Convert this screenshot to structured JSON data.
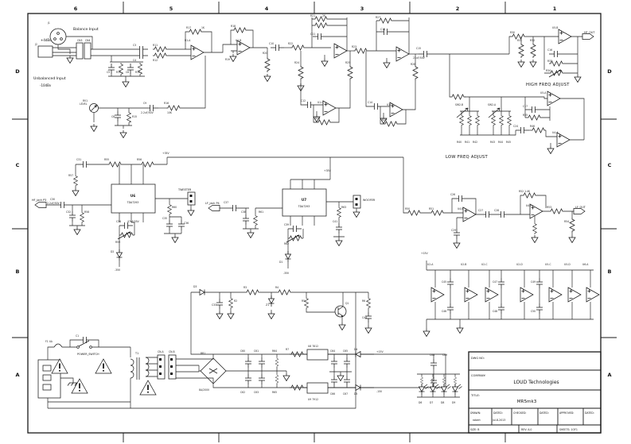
{
  "grid": {
    "cols": [
      "6",
      "5",
      "4",
      "3",
      "2",
      "1"
    ],
    "rows": [
      "D",
      "C",
      "B",
      "A"
    ]
  },
  "labels": {
    "balance_input": "Balance Input",
    "balance_level": "+4dBu",
    "unbalanced_input": "Unbalanced Input",
    "unbalanced_level": "-10dBv",
    "high_freq_adjust": "HIGH FREQ ADJUST",
    "low_freq_adjust": "LOW FREQ ADJUST",
    "hf_out": "HF_OUT",
    "lf_out": "LF_OUT",
    "hf_jack": "HF_jack P3",
    "lf_jack": "LF_jack P4",
    "tweeter": "TWEETER",
    "woofer": "WOOFER",
    "u6_ref": "U6",
    "u6_part": "TDA7293",
    "u7_ref": "U7",
    "u7_part": "TDA7293",
    "power_switch": "POWER_SWITCH",
    "transformer": "T1"
  },
  "title_block": {
    "dwg_no_label": "DWG NO:",
    "company_label": "COMPANY:",
    "company": "LOUD Technologies",
    "title_label": "TITLE:",
    "title": "MR5mk3",
    "drawn_label": "DRAWN:",
    "drawn_value": "robert",
    "dated1_label": "DATED:",
    "dated1_value": "Jul-8-2013",
    "checked_label": "CHECKED:",
    "dated2_label": "DATED:",
    "approved_label": "APPROVED:",
    "dated3_label": "DATED:",
    "size_cell": "SIZE: B",
    "rev_cell": "REV: A.0",
    "sheet_cell": "SHEETS: 1OF1"
  },
  "component_refs": [
    [
      167,
      58,
      "C3"
    ],
    [
      192,
      58,
      "R11"
    ],
    [
      167,
      77,
      "C4"
    ],
    [
      192,
      77,
      "R12"
    ],
    [
      134,
      92,
      "C5"
    ],
    [
      146,
      92,
      "R13"
    ],
    [
      158,
      92,
      "C6"
    ],
    [
      170,
      92,
      "R14"
    ],
    [
      97,
      52,
      "CN3"
    ],
    [
      107,
      52,
      "CN4"
    ],
    [
      60,
      30,
      "J1"
    ],
    [
      44,
      57,
      "J2"
    ],
    [
      104,
      128,
      "RV1"
    ],
    [
      100,
      132,
      "LEVEL"
    ],
    [
      140,
      148,
      "C8"
    ],
    [
      166,
      148,
      "R15"
    ],
    [
      180,
      131,
      "C9"
    ],
    [
      177,
      143,
      "2.2uF/50V"
    ],
    [
      206,
      131,
      "R16"
    ],
    [
      210,
      143,
      "10K"
    ],
    [
      234,
      36,
      "R17"
    ],
    [
      253,
      36,
      "1K"
    ],
    [
      232,
      52,
      "U1-A"
    ],
    [
      290,
      34,
      "R18"
    ],
    [
      296,
      52,
      "U1-B"
    ],
    [
      283,
      76,
      "R19"
    ],
    [
      330,
      68,
      "R20"
    ],
    [
      338,
      56,
      "C10"
    ],
    [
      390,
      21,
      "R21"
    ],
    [
      405,
      21,
      "2K"
    ],
    [
      390,
      44,
      "C11"
    ],
    [
      362,
      56,
      "R22"
    ],
    [
      442,
      60,
      "R23"
    ],
    [
      370,
      80,
      "R24"
    ],
    [
      434,
      80,
      "R25"
    ],
    [
      378,
      128,
      "C12"
    ],
    [
      396,
      150,
      "R26"
    ],
    [
      399,
      130,
      "U1-C"
    ],
    [
      472,
      23,
      "R27"
    ],
    [
      478,
      38,
      "C13"
    ],
    [
      516,
      82,
      "R28"
    ],
    [
      462,
      130,
      "C14"
    ],
    [
      480,
      152,
      "R29"
    ],
    [
      486,
      133,
      "U1-D"
    ],
    [
      523,
      62,
      "C15"
    ],
    [
      519,
      74,
      "22uF/50V"
    ],
    [
      641,
      42,
      "R30"
    ],
    [
      694,
      36,
      "U5-B"
    ],
    [
      650,
      52,
      "R31"
    ],
    [
      666,
      52,
      "R32"
    ],
    [
      688,
      64,
      "C16"
    ],
    [
      688,
      78,
      "R33"
    ],
    [
      686,
      90,
      "R34"
    ],
    [
      679,
      118,
      "U5-A"
    ],
    [
      657,
      135,
      "C17"
    ],
    [
      657,
      146,
      "R35"
    ],
    [
      572,
      133,
      "SW2-B"
    ],
    [
      613,
      133,
      "SW2-A"
    ],
    [
      574,
      180,
      "R40"
    ],
    [
      584,
      180,
      "R41"
    ],
    [
      594,
      180,
      "R42"
    ],
    [
      616,
      180,
      "R43"
    ],
    [
      626,
      180,
      "R44"
    ],
    [
      636,
      180,
      "R45"
    ],
    [
      645,
      160,
      "C24"
    ],
    [
      666,
      160,
      "R46"
    ],
    [
      694,
      168,
      "U4-A"
    ],
    [
      509,
      264,
      "R50"
    ],
    [
      539,
      264,
      "R51"
    ],
    [
      566,
      246,
      "C26"
    ],
    [
      575,
      264,
      "U4-B"
    ],
    [
      601,
      266,
      "C27"
    ],
    [
      621,
      266,
      "C28"
    ],
    [
      652,
      242,
      "R52 1.4K"
    ],
    [
      661,
      260,
      "U4-C"
    ],
    [
      687,
      262,
      "R53"
    ],
    [
      709,
      280,
      "R54"
    ],
    [
      567,
      291,
      "C29"
    ],
    [
      96,
      202,
      "C31"
    ],
    [
      131,
      202,
      "R55"
    ],
    [
      172,
      202,
      "R56"
    ],
    [
      204,
      194,
      "+35V"
    ],
    [
      86,
      222,
      "R57"
    ],
    [
      63,
      252,
      "C30"
    ],
    [
      59,
      257,
      "2.2uF/50V"
    ],
    [
      83,
      268,
      "C32"
    ],
    [
      106,
      268,
      "R58"
    ],
    [
      146,
      280,
      "C34"
    ],
    [
      160,
      280,
      "47uF/35V"
    ],
    [
      145,
      306,
      "R59"
    ],
    [
      139,
      318,
      "D2"
    ],
    [
      216,
      262,
      "R60"
    ],
    [
      204,
      276,
      "C35"
    ],
    [
      231,
      282,
      "C36"
    ],
    [
      144,
      341,
      "-35V"
    ],
    [
      281,
      256,
      "C37"
    ],
    [
      303,
      268,
      "C38"
    ],
    [
      325,
      268,
      "R61"
    ],
    [
      407,
      216,
      "+35V"
    ],
    [
      357,
      284,
      "C39"
    ],
    [
      357,
      308,
      "R62"
    ],
    [
      351,
      331,
      "D1"
    ],
    [
      429,
      262,
      "R63"
    ],
    [
      418,
      280,
      "C41"
    ],
    [
      356,
      345,
      "-35V"
    ],
    [
      529,
      320,
      "+15V"
    ],
    [
      537,
      334,
      "U2-A"
    ],
    [
      579,
      334,
      "U2-B"
    ],
    [
      605,
      334,
      "U2-C"
    ],
    [
      649,
      334,
      "U2-D"
    ],
    [
      685,
      334,
      "U5-C"
    ],
    [
      709,
      334,
      "U5-D"
    ],
    [
      732,
      334,
      "U6-A"
    ],
    [
      555,
      356,
      "C45"
    ],
    [
      555,
      393,
      "C46"
    ],
    [
      619,
      356,
      "C47"
    ],
    [
      619,
      393,
      "C48"
    ],
    [
      667,
      356,
      "C49"
    ],
    [
      667,
      393,
      "C50"
    ],
    [
      57,
      431,
      "F1 4A"
    ],
    [
      95,
      424,
      "C1"
    ],
    [
      198,
      444,
      "CN-A"
    ],
    [
      212,
      444,
      "CN-B"
    ],
    [
      243,
      362,
      "D3"
    ],
    [
      266,
      385,
      "C33"
    ],
    [
      294,
      380,
      "R2"
    ],
    [
      306,
      363,
      "R3"
    ],
    [
      346,
      363,
      "R4"
    ],
    [
      334,
      385,
      "Z1"
    ],
    [
      379,
      380,
      "R5"
    ],
    [
      434,
      383,
      "Q1"
    ],
    [
      455,
      380,
      "R6"
    ],
    [
      455,
      401,
      "C44"
    ],
    [
      252,
      446,
      "BR1"
    ],
    [
      250,
      492,
      "8A/200V"
    ],
    [
      302,
      443,
      "C60"
    ],
    [
      319,
      443,
      "C61"
    ],
    [
      342,
      443,
      "R64"
    ],
    [
      302,
      495,
      "C62"
    ],
    [
      319,
      495,
      "C63"
    ],
    [
      342,
      495,
      "R65"
    ],
    [
      359,
      441,
      "R7"
    ],
    [
      387,
      437,
      "U8 7812"
    ],
    [
      387,
      504,
      "U9 7912"
    ],
    [
      415,
      443,
      "C64"
    ],
    [
      431,
      443,
      "C65"
    ],
    [
      445,
      441,
      "D4"
    ],
    [
      473,
      444,
      "+15V"
    ],
    [
      415,
      497,
      "C66"
    ],
    [
      431,
      497,
      "C67"
    ],
    [
      445,
      497,
      "D5"
    ],
    [
      473,
      494,
      "-15V"
    ],
    [
      540,
      448,
      "C68"
    ],
    [
      556,
      448,
      "C69"
    ],
    [
      526,
      508,
      "D6"
    ],
    [
      540,
      508,
      "D7"
    ],
    [
      554,
      508,
      "D8"
    ],
    [
      568,
      508,
      "D9"
    ]
  ]
}
